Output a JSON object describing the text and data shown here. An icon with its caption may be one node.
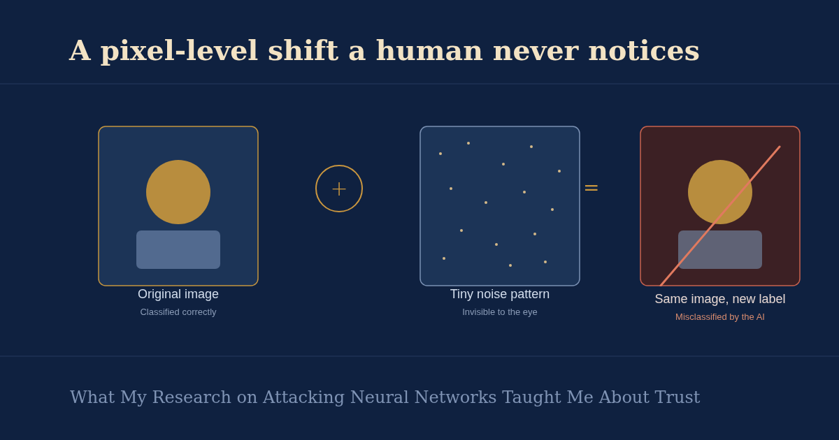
{
  "diagram": {
    "title": "A pixel-level shift a human never notices",
    "caption": "What My Research on Attacking Neural Networks Taught Me About Trust",
    "nodes": [
      {
        "text": [
          "Original image",
          "Classified correctly"
        ]
      },
      {
        "text": [
          "+"
        ]
      },
      {
        "text": [
          "Tiny noise pattern",
          "Invisible to the eye"
        ]
      },
      {
        "text": [
          "Same image, new label",
          "Misclassified by the AI"
        ]
      }
    ],
    "labels": [
      "="
    ]
  }
}
